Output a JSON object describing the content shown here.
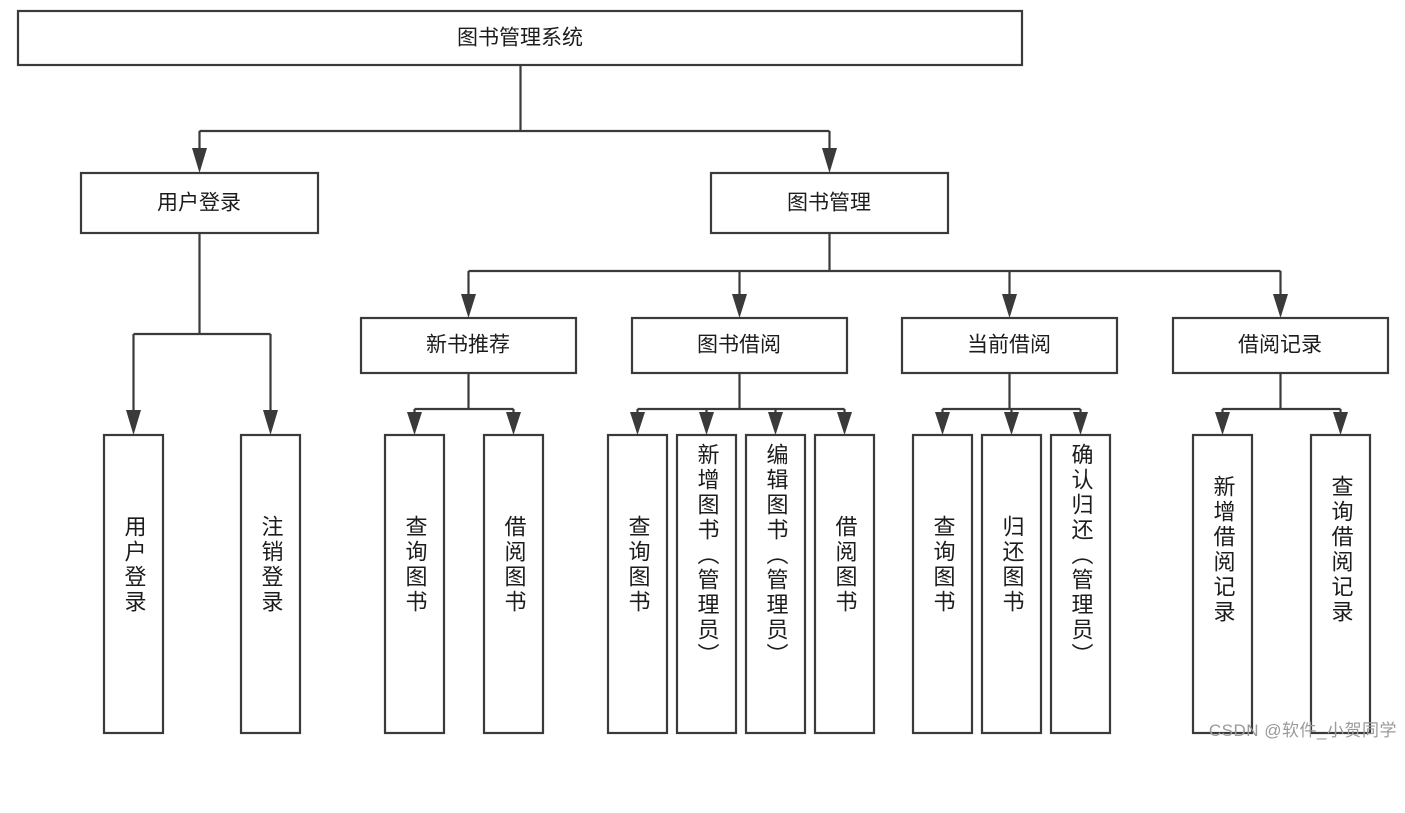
{
  "diagram": {
    "type": "tree",
    "title": "图书管理系统",
    "root": {
      "id": "root",
      "label": "图书管理系统"
    },
    "level2": [
      {
        "id": "user-login",
        "label": "用户登录"
      },
      {
        "id": "book-manage",
        "label": "图书管理"
      }
    ],
    "level3": [
      {
        "id": "new-book-rec",
        "label": "新书推荐",
        "parent": "book-manage"
      },
      {
        "id": "book-borrow",
        "label": "图书借阅",
        "parent": "book-manage"
      },
      {
        "id": "current-borrow",
        "label": "当前借阅",
        "parent": "book-manage"
      },
      {
        "id": "borrow-record",
        "label": "借阅记录",
        "parent": "book-manage"
      }
    ],
    "leaves": [
      {
        "id": "leaf-user-login",
        "label": "用户登录",
        "parent": "user-login"
      },
      {
        "id": "leaf-logout-login",
        "label": "注销登录",
        "parent": "user-login"
      },
      {
        "id": "leaf-query-book-1",
        "label": "查询图书",
        "parent": "new-book-rec"
      },
      {
        "id": "leaf-borrow-book-1",
        "label": "借阅图书",
        "parent": "new-book-rec"
      },
      {
        "id": "leaf-query-book-2",
        "label": "查询图书",
        "parent": "book-borrow"
      },
      {
        "id": "leaf-add-book",
        "label": "新增图书（管理员）",
        "parent": "book-borrow"
      },
      {
        "id": "leaf-edit-book",
        "label": "编辑图书（管理员）",
        "parent": "book-borrow"
      },
      {
        "id": "leaf-borrow-book-2",
        "label": "借阅图书",
        "parent": "book-borrow"
      },
      {
        "id": "leaf-query-book-3",
        "label": "查询图书",
        "parent": "current-borrow"
      },
      {
        "id": "leaf-return-book",
        "label": "归还图书",
        "parent": "current-borrow"
      },
      {
        "id": "leaf-confirm-return",
        "label": "确认归还（管理员）",
        "parent": "current-borrow"
      },
      {
        "id": "leaf-add-record",
        "label": "新增借阅记录",
        "parent": "borrow-record"
      },
      {
        "id": "leaf-query-record",
        "label": "查询借阅记录",
        "parent": "borrow-record"
      }
    ]
  },
  "watermark": {
    "text": "CSDN @软件_小贺同学"
  },
  "colors": {
    "stroke": "#3a3a3a",
    "fill": "#ffffff",
    "text": "#1c1c1c",
    "watermark": "#9a9a9a"
  }
}
